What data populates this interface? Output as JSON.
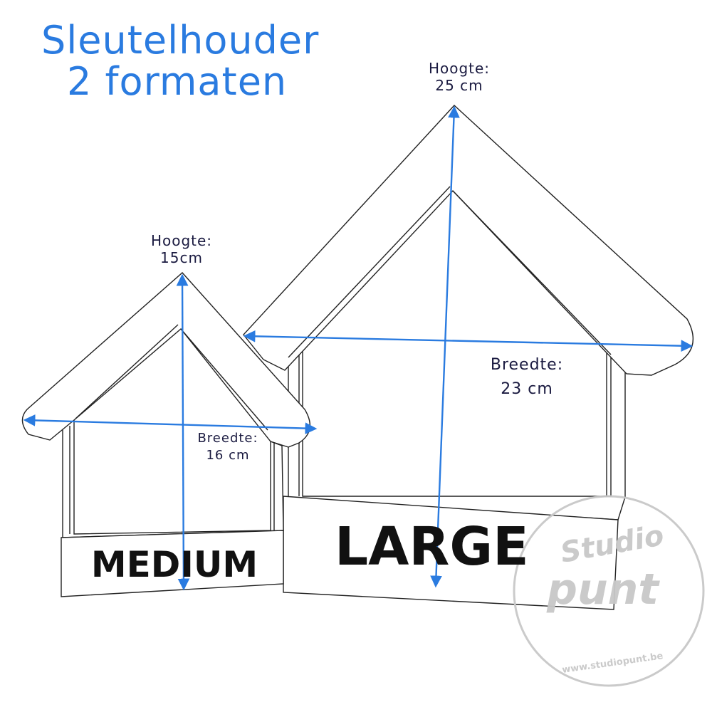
{
  "title": {
    "line1": "Sleutelhouder",
    "line2": "2 formaten"
  },
  "medium": {
    "height_label": "Hoogte:",
    "height_value": "15cm",
    "width_label": "Breedte:",
    "width_value": "16 cm",
    "name": "MEDIUM"
  },
  "large": {
    "height_label": "Hoogte:",
    "height_value": "25 cm",
    "width_label": "Breedte:",
    "width_value": "23 cm",
    "name": "LARGE"
  },
  "watermark": {
    "top": "Studio",
    "main": "punt",
    "url": "www.studiopunt.be"
  },
  "colors": {
    "accent": "#2a7be0",
    "outline": "#222222",
    "watermark": "#c8c8c8"
  }
}
